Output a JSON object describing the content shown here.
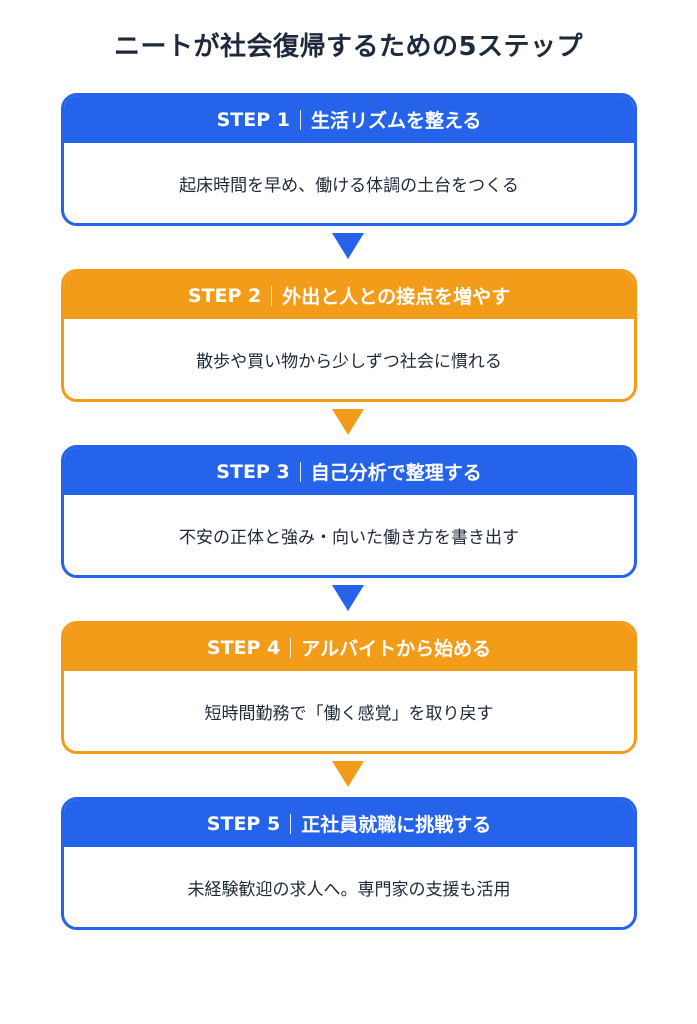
{
  "title": "ニートが社会復帰するための5ステップ",
  "colors": {
    "blue": "#2563eb",
    "orange": "#f29c1a"
  },
  "steps": [
    {
      "label": "STEP 1",
      "heading": "生活リズムを整える",
      "description": "起床時間を早め、働ける体調の土台をつくる",
      "color": "blue"
    },
    {
      "label": "STEP 2",
      "heading": "外出と人との接点を増やす",
      "description": "散歩や買い物から少しずつ社会に慣れる",
      "color": "orange"
    },
    {
      "label": "STEP 3",
      "heading": "自己分析で整理する",
      "description": "不安の正体と強み・向いた働き方を書き出す",
      "color": "blue"
    },
    {
      "label": "STEP 4",
      "heading": "アルバイトから始める",
      "description": "短時間勤務で「働く感覚」を取り戻す",
      "color": "orange"
    },
    {
      "label": "STEP 5",
      "heading": "正社員就職に挑戦する",
      "description": "未経験歓迎の求人へ。専門家の支援も活用",
      "color": "blue"
    }
  ]
}
